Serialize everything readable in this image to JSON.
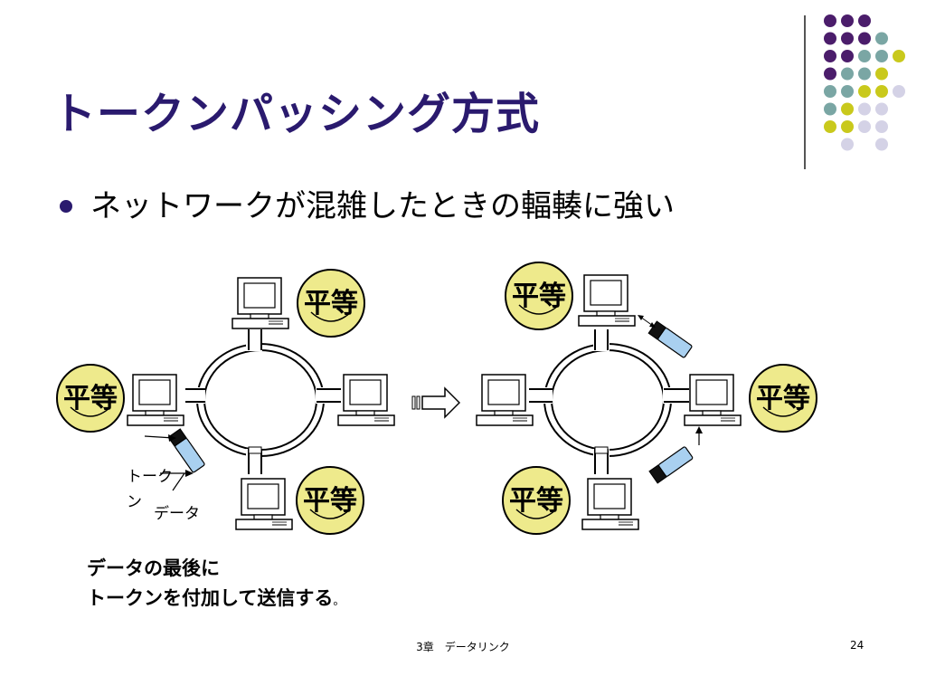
{
  "slide": {
    "title": "トークンパッシング方式",
    "bullet": "ネットワークが混雑したときの輻輳に強い",
    "note_line1": "データの最後に",
    "note_line2": "トークンを付加して送信する",
    "note_mark": "。",
    "footer_chapter": "3章　データリンク",
    "page_number": "24"
  },
  "diagram": {
    "badge_label": "平等",
    "token_label": "トーク\nン",
    "data_label": "データ"
  },
  "colors": {
    "title": "#2a1a6e",
    "badge_fill": "#eeea8c",
    "token_fill": "#a9d0f0",
    "deco_purple": "#4b1d6b",
    "deco_teal": "#7aa6a4",
    "deco_yellow": "#c9c91c",
    "deco_lavender": "#d4d2e6"
  }
}
